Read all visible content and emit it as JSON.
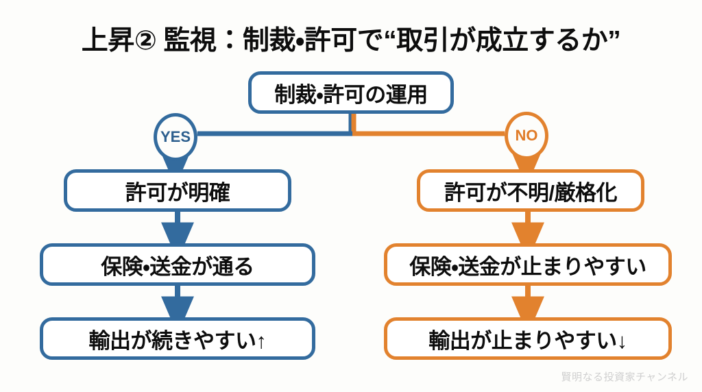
{
  "page": {
    "title": "上昇② 監視：制裁・許可で“取引が成立するか”",
    "watermark": "賢明なる投資家チャンネル",
    "background_color": "#fdfdfb"
  },
  "colors": {
    "yes_branch": "#336b9e",
    "no_branch": "#e2822e",
    "text": "#0d0d0d",
    "watermark": "#cfcfcf"
  },
  "chart_data": {
    "type": "diagram",
    "diagram_kind": "decision-flowchart",
    "title": "上昇② 監視：制裁・許可で“取引が成立するか”",
    "root": {
      "id": "root",
      "label": "制裁・許可の運用",
      "color": "#336b9e"
    },
    "branches": [
      {
        "id": "yes",
        "decision_label": "YES",
        "color": "#336b9e",
        "side": "left",
        "steps": [
          {
            "id": "l1",
            "label": "許可が明確"
          },
          {
            "id": "l2",
            "label": "保険・送金が通る"
          },
          {
            "id": "l3",
            "label": "輸出が続きやすい↑"
          }
        ]
      },
      {
        "id": "no",
        "decision_label": "NO",
        "color": "#e2822e",
        "side": "right",
        "steps": [
          {
            "id": "r1",
            "label": "許可が不明/厳格化"
          },
          {
            "id": "r2",
            "label": "保険・送金が止まりやすい"
          },
          {
            "id": "r3",
            "label": "輸出が止まりやすい↓"
          }
        ]
      }
    ],
    "edges": [
      {
        "from": "root",
        "to": "yes",
        "color": "#336b9e"
      },
      {
        "from": "root",
        "to": "no",
        "color": "#e2822e"
      },
      {
        "from": "yes",
        "to": "l1",
        "color": "#336b9e"
      },
      {
        "from": "l1",
        "to": "l2",
        "color": "#336b9e"
      },
      {
        "from": "l2",
        "to": "l3",
        "color": "#336b9e"
      },
      {
        "from": "no",
        "to": "r1",
        "color": "#e2822e"
      },
      {
        "from": "r1",
        "to": "r2",
        "color": "#e2822e"
      },
      {
        "from": "r2",
        "to": "r3",
        "color": "#e2822e"
      }
    ]
  }
}
